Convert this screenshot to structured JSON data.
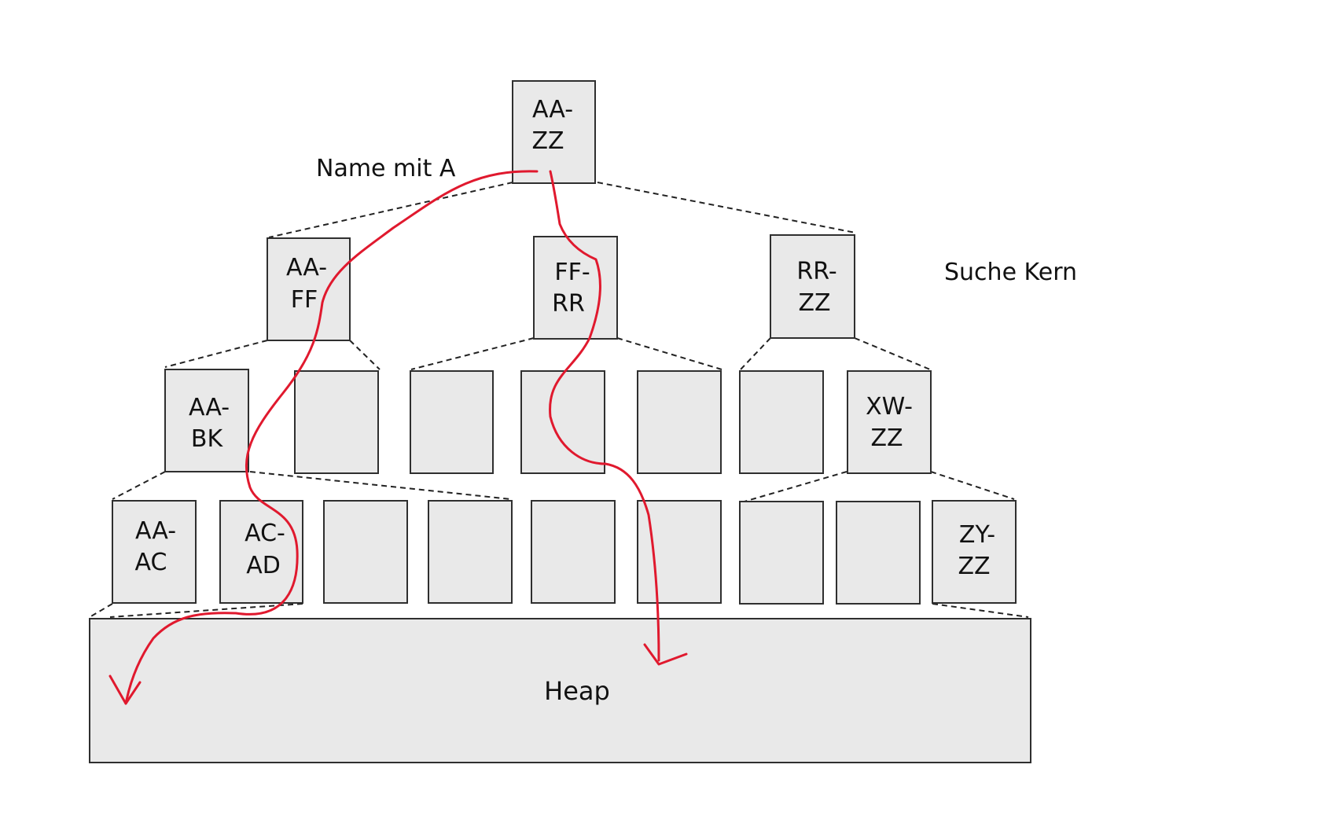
{
  "nodes": {
    "root": [
      "AA-",
      "ZZ"
    ],
    "l1_left": [
      "AA-",
      "FF"
    ],
    "l1_mid": [
      "FF-",
      "RR"
    ],
    "l1_right": [
      "RR-",
      "ZZ"
    ],
    "l2_aabk": [
      "AA-",
      "BK"
    ],
    "l2_xwzz": [
      "XW-",
      "ZZ"
    ],
    "l3_aaac": [
      "AA-",
      "AC"
    ],
    "l3_acad": [
      "AC-",
      "AD"
    ],
    "l3_zyzz": [
      "ZY-",
      "ZZ"
    ]
  },
  "heap": {
    "label": "Heap"
  },
  "annotations": {
    "name_search": "Name mit A",
    "core_search": "Suche Kern"
  },
  "colors": {
    "path": "#e0192e",
    "node_fill": "#e9e9e9"
  }
}
